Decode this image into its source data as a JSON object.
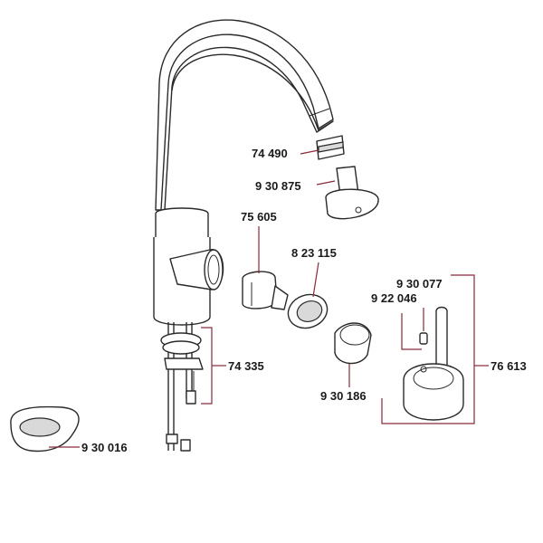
{
  "parts": [
    {
      "id": "aerator",
      "number": "74 490"
    },
    {
      "id": "aerator-holder",
      "number": "9 30 875"
    },
    {
      "id": "cartridge",
      "number": "75 605"
    },
    {
      "id": "cartridge-nut",
      "number": "8 23 115"
    },
    {
      "id": "cap-ring",
      "number": "9 30 186"
    },
    {
      "id": "lever",
      "number": "9 30 077"
    },
    {
      "id": "grub-screw",
      "number": "9 22 046"
    },
    {
      "id": "handle-assembly",
      "number": "76 613"
    },
    {
      "id": "mounting-set",
      "number": "74 335"
    },
    {
      "id": "base-plate",
      "number": "9 30 016"
    }
  ],
  "colors": {
    "line": "#2a2a2a",
    "leader": "#8a2a3a",
    "text": "#1a1a1a"
  }
}
